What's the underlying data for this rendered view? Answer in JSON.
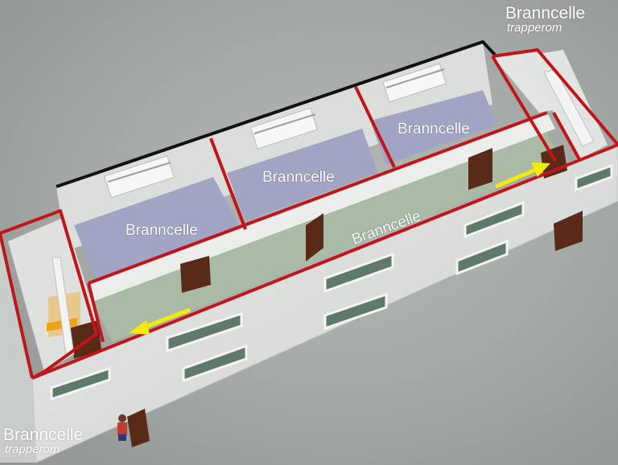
{
  "rooms": [
    {
      "label": "Branncelle"
    },
    {
      "label": "Branncelle"
    },
    {
      "label": "Branncelle"
    }
  ],
  "corridor": {
    "label": "Branncelle"
  },
  "stairwell_top_right": {
    "title": "Branncelle",
    "subtitle": "trapperom"
  },
  "stairwell_bottom_left": {
    "title": "Branncelle",
    "subtitle": "trapperom"
  },
  "colors": {
    "fire_cell_outline": "#c0161b",
    "roof_edge": "#111111",
    "room_floor": "#a2a4c4",
    "corridor_floor": "#a9bba4",
    "escape_arrow": "#f5e90e",
    "door": "#5a2a18"
  }
}
